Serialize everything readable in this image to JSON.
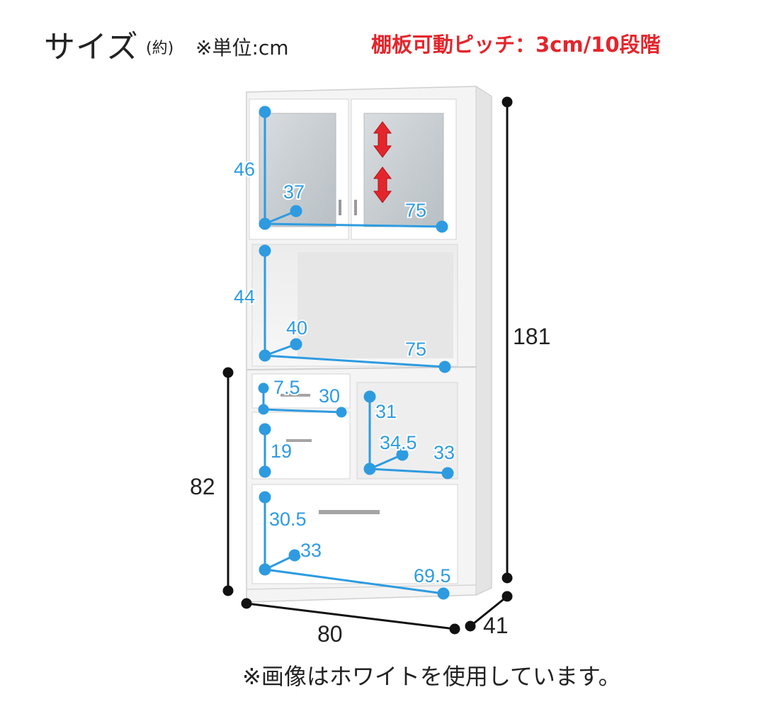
{
  "header": {
    "title": "サイズ",
    "title_suffix": "(約)",
    "unit_note": "※単位:cm",
    "shelf_note": "棚板可動ピッチ：3cm/10段階"
  },
  "footnote": "※画像はホワイトを使用しています。",
  "dimensions": {
    "height_total": "181",
    "height_lower": "82",
    "width": "80",
    "depth": "41",
    "upper_cabinet": {
      "height": "46",
      "depth": "37",
      "width": "75"
    },
    "open_shelf": {
      "height": "44",
      "depth": "40",
      "width": "75"
    },
    "small_drawer": {
      "height": "7.5",
      "width": "30"
    },
    "middle_drawer": {
      "height": "19"
    },
    "side_open": {
      "height": "31",
      "depth": "34.5",
      "width": "33"
    },
    "bottom_drawer": {
      "height": "30.5",
      "depth": "33",
      "width": "69.5"
    }
  },
  "colors": {
    "dimension_blue": "#2e9be0",
    "accent_red": "#e3262c",
    "outline_black": "#111111",
    "cabinet_white": "#f6f6f6"
  }
}
